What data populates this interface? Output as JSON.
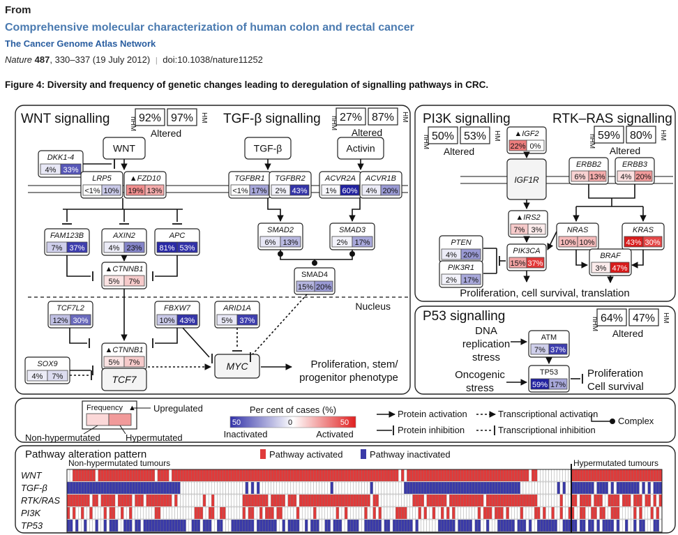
{
  "header": {
    "from": "From",
    "paper_title": "Comprehensive molecular characterization of human colon and rectal cancer",
    "authors": "The Cancer Genome Atlas Network",
    "journal": "Nature",
    "volume": "487",
    "pages": ", 330–337 (19 July 2012)",
    "sep": "|",
    "doi": "doi:10.1038/nature11252"
  },
  "figure_caption": "Figure 4: Diversity and frequency of genetic changes leading to deregulation of signalling pathways in CRC.",
  "panels": {
    "wnt": {
      "title": "WNT signalling",
      "nhm": "92%",
      "hm": "97%",
      "altered": "Altered"
    },
    "tgfb": {
      "title": "TGF-β signalling",
      "nhm": "27%",
      "hm": "87%",
      "altered": "Altered"
    },
    "pi3k": {
      "title": "PI3K signalling",
      "nhm": "50%",
      "hm": "53%",
      "altered": "Altered"
    },
    "rtk": {
      "title": "RTK–RAS signalling",
      "nhm": "59%",
      "hm": "80%",
      "altered": "Altered"
    },
    "p53": {
      "title": "P53 signalling",
      "nhm": "64%",
      "hm": "47%",
      "altered": "Altered"
    }
  },
  "tags": {
    "nhm": "nHM",
    "hm": "HM"
  },
  "ligands": {
    "wnt": "WNT",
    "tgfb": "TGF-β",
    "activin": "Activin"
  },
  "labels": {
    "nucleus": "Nucleus",
    "wnt_output": [
      "Proliferation, stem/",
      "progenitor phenotype"
    ],
    "pi3k_output": "Proliferation, cell survival, translation",
    "dna_stress": [
      "DNA",
      "replication",
      "stress"
    ],
    "onco_stress": [
      "Oncogenic",
      "stress"
    ],
    "p53_output": [
      "Proliferation",
      "Cell survival"
    ]
  },
  "genes": [
    {
      "id": "dkk",
      "name": "DKK1-4",
      "italic": true,
      "nhm": "4%",
      "hm": "33%",
      "c1": "#e8e8f6",
      "c2": "#5757b8"
    },
    {
      "id": "lrp5",
      "name": "LRP5",
      "italic": true,
      "nhm": "<1%",
      "hm": "10%",
      "c1": "#ffffff",
      "c2": "#c9c9e8"
    },
    {
      "id": "fzd10",
      "name": "▲FZD10",
      "italic": true,
      "nhm": "19%",
      "hm": "13%",
      "c1": "#f08e8e",
      "c2": "#f4acac"
    },
    {
      "id": "fam123b",
      "name": "FAM123B",
      "italic": true,
      "nhm": "7%",
      "hm": "37%",
      "c1": "#cfcfeb",
      "c2": "#3e3eae"
    },
    {
      "id": "axin2",
      "name": "AXIN2",
      "italic": true,
      "nhm": "4%",
      "hm": "23%",
      "c1": "#ececf7",
      "c2": "#8585c9"
    },
    {
      "id": "apc",
      "name": "APC",
      "italic": true,
      "nhm": "81%",
      "hm": "53%",
      "c1": "#2a2aa6",
      "c2": "#3232a8"
    },
    {
      "id": "ctnnb1a",
      "name": "▲CTNNB1",
      "italic": true,
      "nhm": "5%",
      "hm": "7%",
      "c1": "#fbe3e3",
      "c2": "#f6caca"
    },
    {
      "id": "tgfbr1",
      "name": "TGFBR1",
      "italic": true,
      "nhm": "<1%",
      "hm": "17%",
      "c1": "#ffffff",
      "c2": "#a8a8da"
    },
    {
      "id": "tgfbr2",
      "name": "TGFBR2",
      "italic": true,
      "nhm": "2%",
      "hm": "43%",
      "c1": "#f2f2fa",
      "c2": "#3434a8"
    },
    {
      "id": "acvr2a",
      "name": "ACVR2A",
      "italic": true,
      "nhm": "1%",
      "hm": "60%",
      "c1": "#f8f8fc",
      "c2": "#2222a0"
    },
    {
      "id": "acvr1b",
      "name": "ACVR1B",
      "italic": true,
      "nhm": "4%",
      "hm": "20%",
      "c1": "#ececf7",
      "c2": "#9a9ad4"
    },
    {
      "id": "smad2",
      "name": "SMAD2",
      "italic": true,
      "nhm": "6%",
      "hm": "13%",
      "c1": "#e6e6f5",
      "c2": "#b9b9e0"
    },
    {
      "id": "smad3",
      "name": "SMAD3",
      "italic": true,
      "nhm": "2%",
      "hm": "17%",
      "c1": "#f2f2fa",
      "c2": "#a8a8da"
    },
    {
      "id": "smad4",
      "name": "SMAD4",
      "italic": false,
      "nhm": "15%",
      "hm": "20%",
      "c1": "#b5b5df",
      "c2": "#9a9ad4"
    },
    {
      "id": "tcf7l2",
      "name": "TCF7L2",
      "italic": true,
      "nhm": "12%",
      "hm": "30%",
      "c1": "#bfbfe3",
      "c2": "#6a6abd"
    },
    {
      "id": "fbxw7",
      "name": "FBXW7",
      "italic": true,
      "nhm": "10%",
      "hm": "43%",
      "c1": "#c9c9e8",
      "c2": "#3434a8"
    },
    {
      "id": "arid1a",
      "name": "ARID1A",
      "italic": true,
      "nhm": "5%",
      "hm": "37%",
      "c1": "#e8e8f6",
      "c2": "#3e3eae"
    },
    {
      "id": "sox9",
      "name": "SOX9",
      "italic": true,
      "nhm": "4%",
      "hm": "7%",
      "c1": "#ececf7",
      "c2": "#dcdcf0"
    },
    {
      "id": "ctnnb1b",
      "name": "▲CTNNB1",
      "italic": true,
      "nhm": "5%",
      "hm": "7%",
      "c1": "#fbe3e3",
      "c2": "#f6caca"
    },
    {
      "id": "igf2",
      "name": "▲IGF2",
      "italic": true,
      "nhm": "22%",
      "hm": "0%",
      "c1": "#ee7e7e",
      "c2": "#ffffff"
    },
    {
      "id": "irs2",
      "name": "▲IRS2",
      "italic": true,
      "nhm": "7%",
      "hm": "3%",
      "c1": "#f6caca",
      "c2": "#fcecec"
    },
    {
      "id": "pten",
      "name": "PTEN",
      "italic": true,
      "nhm": "4%",
      "hm": "20%",
      "c1": "#ececf7",
      "c2": "#9a9ad4"
    },
    {
      "id": "pik3r1",
      "name": "PIK3R1",
      "italic": true,
      "nhm": "2%",
      "hm": "17%",
      "c1": "#f2f2fa",
      "c2": "#a8a8da"
    },
    {
      "id": "pik3ca",
      "name": "PIK3CA",
      "italic": true,
      "nhm": "15%",
      "hm": "37%",
      "c1": "#f2a4a4",
      "c2": "#e23838"
    },
    {
      "id": "erbb2",
      "name": "ERBB2",
      "italic": true,
      "nhm": "6%",
      "hm": "13%",
      "c1": "#f8d2d2",
      "c2": "#f4acac"
    },
    {
      "id": "erbb3",
      "name": "ERBB3",
      "italic": true,
      "nhm": "4%",
      "hm": "20%",
      "c1": "#fbe0e0",
      "c2": "#f19a9a"
    },
    {
      "id": "nras",
      "name": "NRAS",
      "italic": true,
      "nhm": "10%",
      "hm": "10%",
      "c1": "#f6bcbc",
      "c2": "#f6bcbc"
    },
    {
      "id": "kras",
      "name": "KRAS",
      "italic": true,
      "nhm": "43%",
      "hm": "30%",
      "c1": "#d81c1c",
      "c2": "#e44848"
    },
    {
      "id": "braf",
      "name": "BRAF",
      "italic": true,
      "nhm": "3%",
      "hm": "47%",
      "c1": "#fcecec",
      "c2": "#d81c1c"
    },
    {
      "id": "atm",
      "name": "ATM",
      "italic": false,
      "nhm": "7%",
      "hm": "37%",
      "c1": "#cfcfeb",
      "c2": "#3e3eae"
    },
    {
      "id": "tp53",
      "name": "TP53",
      "italic": false,
      "nhm": "59%",
      "hm": "17%",
      "c1": "#2222a0",
      "c2": "#a8a8da"
    }
  ],
  "plain_boxes": {
    "igf1r": "IGF1R",
    "tcf7": "TCF7",
    "myc": "MYC"
  },
  "legend": {
    "frequency": "Frequency",
    "upregulated": "Upregulated",
    "non_hypermutated": "Non-hypermutated",
    "hypermutated": "Hypermutated",
    "scale_title": "Per cent of cases (%)",
    "scale_min": "50",
    "scale_mid": "0",
    "scale_max": "50",
    "inactivated": "Inactivated",
    "activated": "Activated",
    "protein_activation": "Protein activation",
    "transcriptional_activation": "Transcriptional activation",
    "protein_inhibition": "Protein inhibition",
    "transcriptional_inhibition": "Transcriptional inhibition",
    "complex": "Complex",
    "colors": {
      "inactivated": "#3232a8",
      "mid": "#ffffff",
      "activated": "#e02020"
    }
  },
  "pattern": {
    "title": "Pathway alteration pattern",
    "activated_label": "Pathway activated",
    "inactivated_label": "Pathway inactivated",
    "non_hyper_label": "Non-hypermutated tumours",
    "hyper_label": "Hypermutated tumours",
    "rows": [
      "WNT",
      "TGF-β",
      "RTK/RAS",
      "PI3K",
      "TP53"
    ],
    "colors": {
      "activated": "#e03a3a",
      "inactivated": "#3a3aa8",
      "none": "#ffffff"
    }
  }
}
